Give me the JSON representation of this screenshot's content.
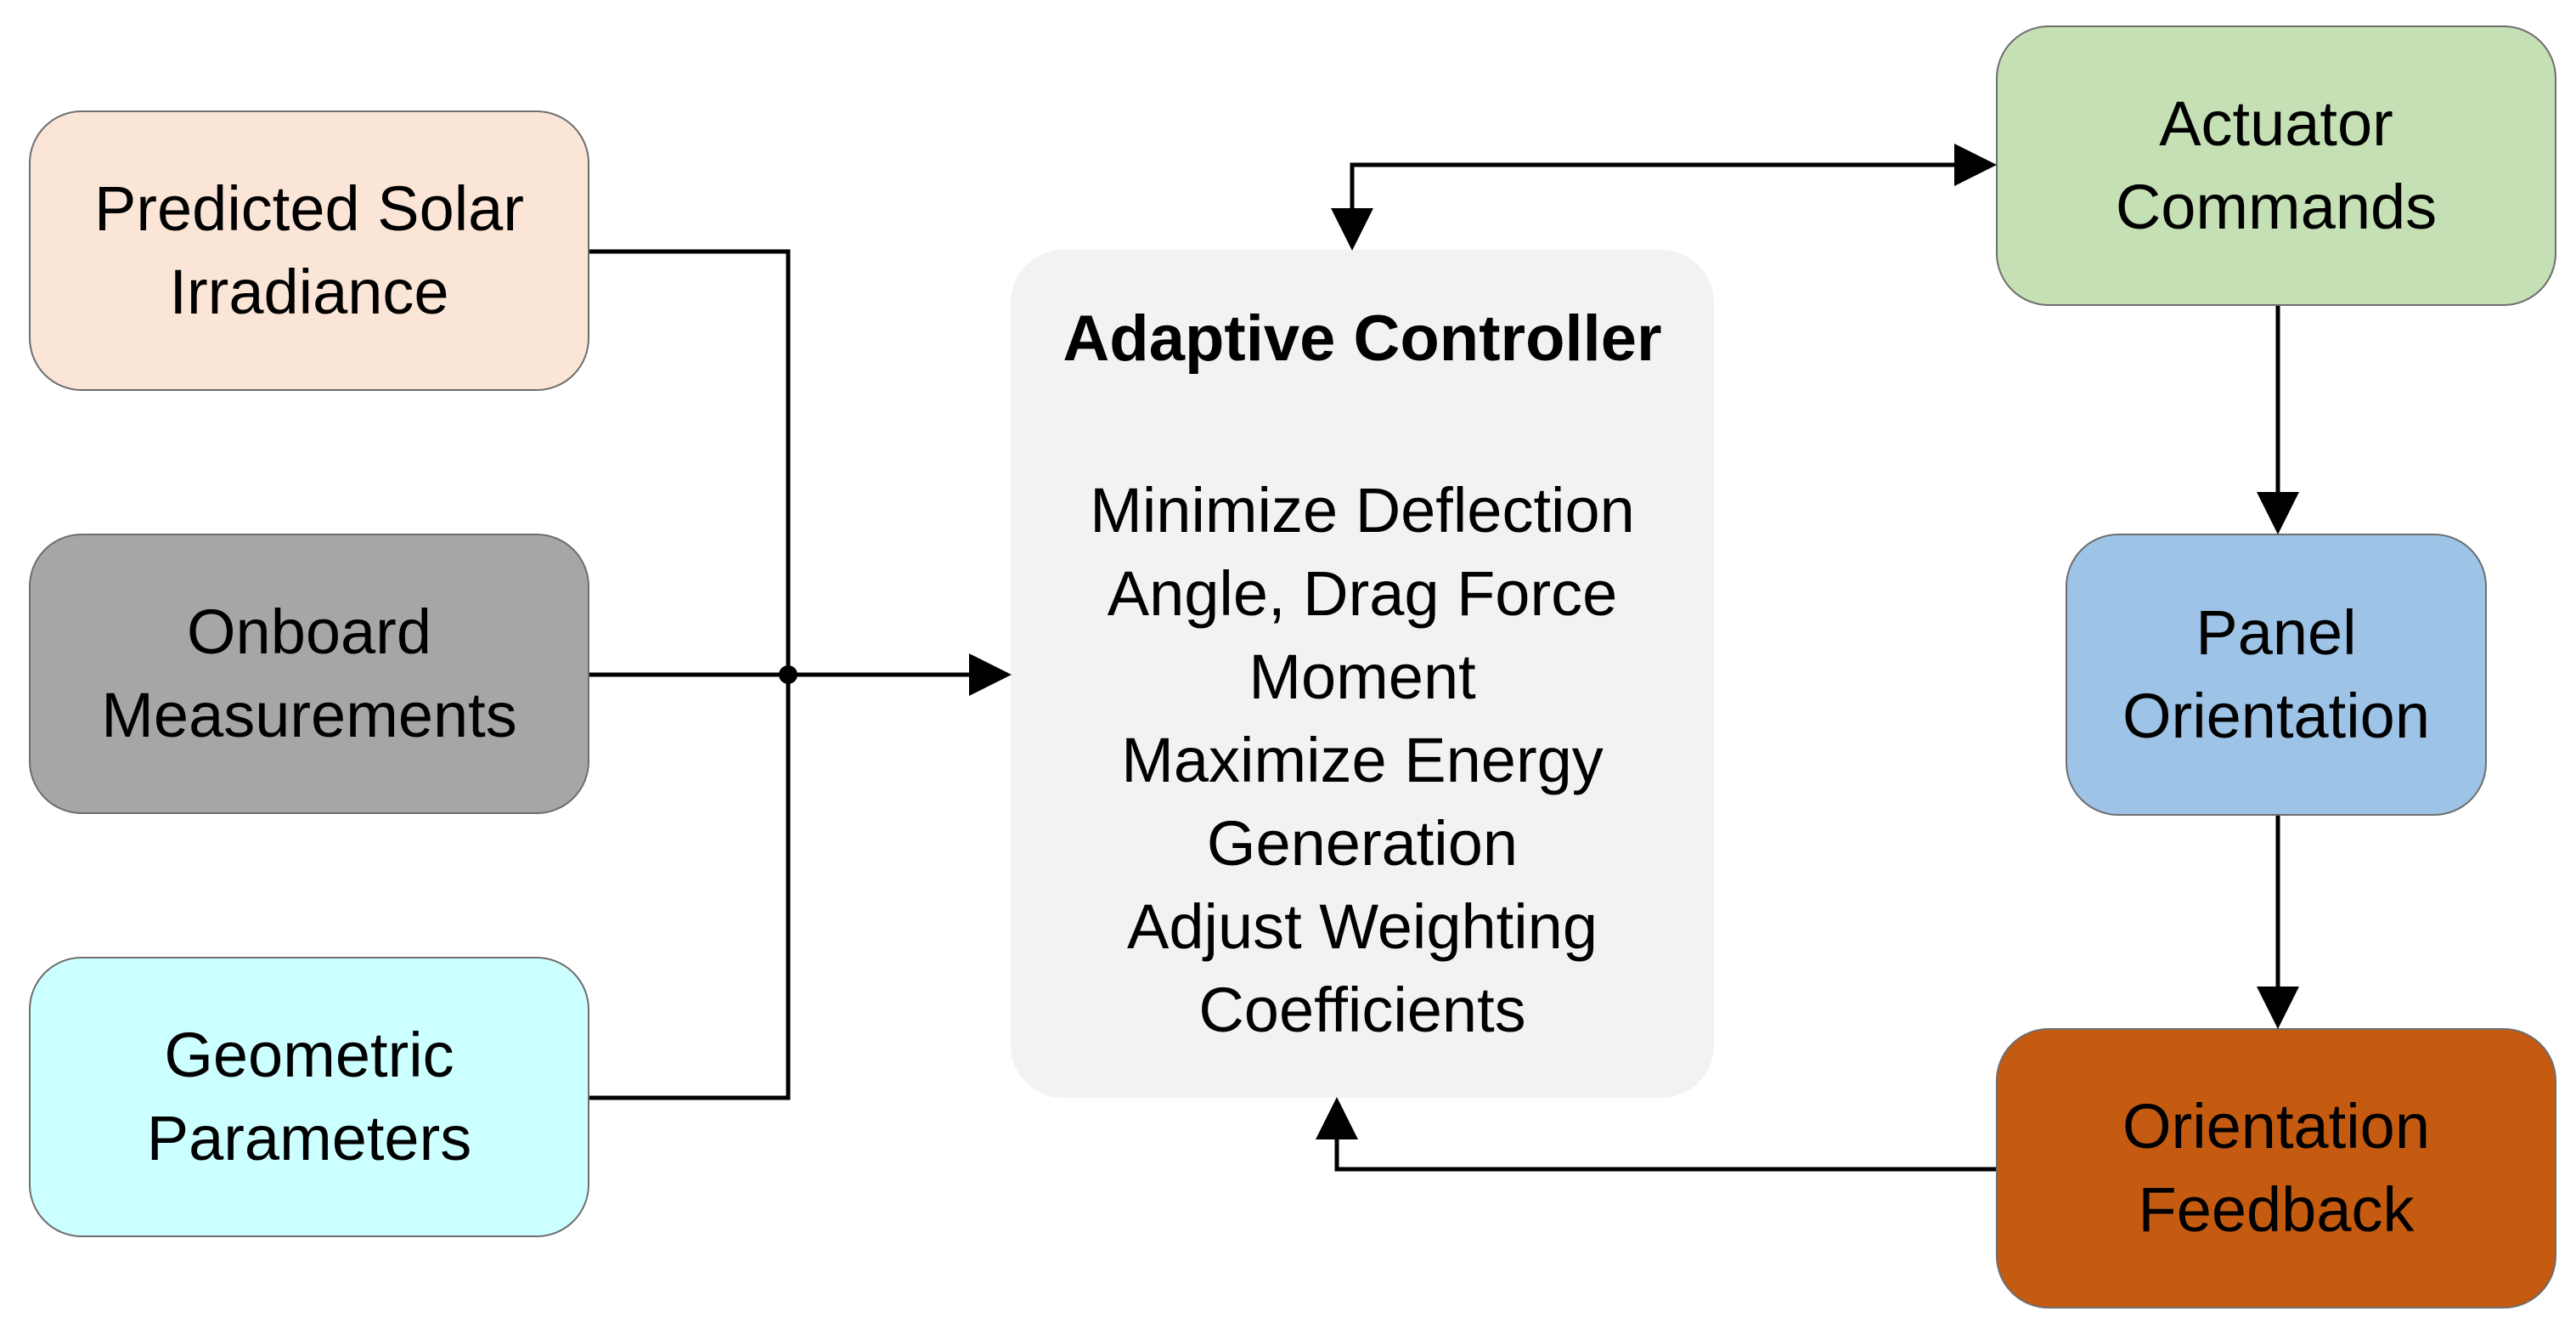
{
  "colors": {
    "solar": "#fbe5d6",
    "onboard": "#a6a6a6",
    "geometric": "#ccffff",
    "controller": "#f2f2f2",
    "actuator": "#c5e0b4",
    "panel": "#9dc3e6",
    "feedback": "#c55a11",
    "connector": "#000000",
    "border": "#6e6e6e"
  },
  "inputs": {
    "solar": "Predicted Solar\nIrradiance",
    "onboard": "Onboard\nMeasurements",
    "geometric": "Geometric\nParameters"
  },
  "controller": {
    "title": "Adaptive Controller",
    "objectives": [
      "Minimize Deflection\nAngle, Drag Force\nMoment",
      "Maximize Energy\nGeneration",
      "Adjust Weighting\nCoefficients"
    ]
  },
  "outputs": {
    "actuator": "Actuator\nCommands",
    "panel": "Panel\nOrientation",
    "feedback": "Orientation\nFeedback"
  }
}
